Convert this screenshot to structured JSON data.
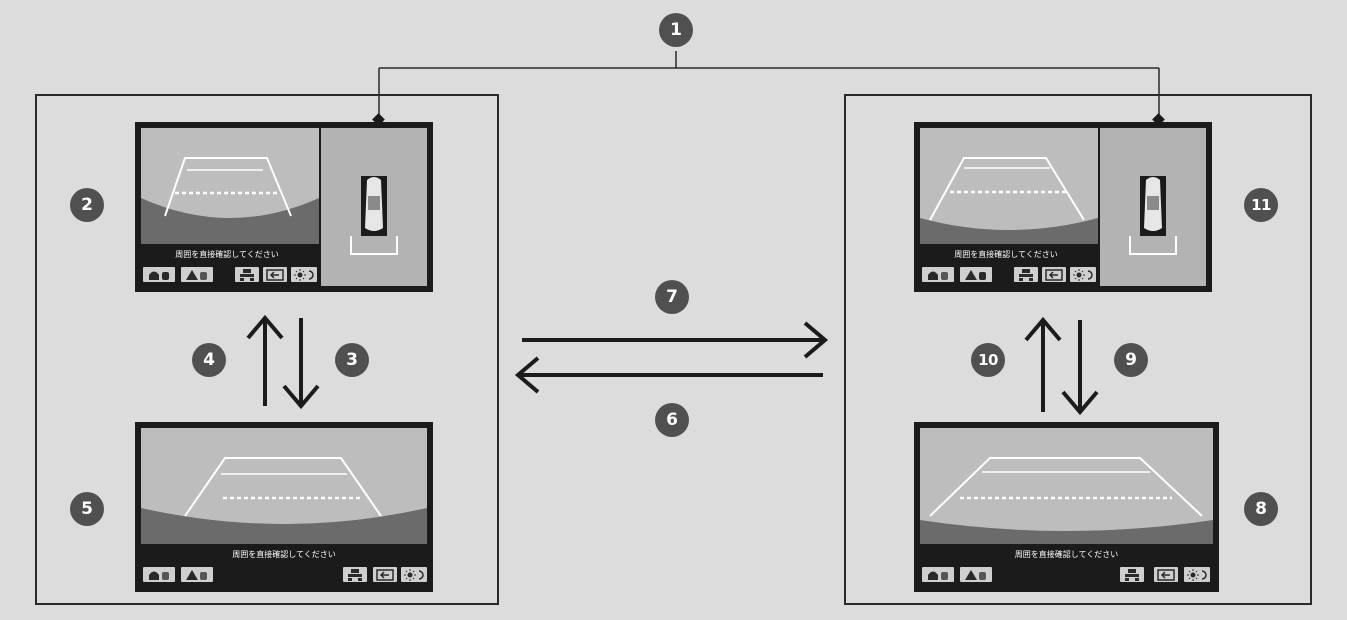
{
  "callouts": {
    "c1": "1",
    "c2": "2",
    "c3": "3",
    "c4": "4",
    "c5": "5",
    "c6": "6",
    "c7": "7",
    "c8": "8",
    "c9": "9",
    "c10": "10",
    "c11": "11"
  },
  "screens": {
    "left_split": {
      "warning": "周囲を直接確認してください"
    },
    "left_full": {
      "warning": "周囲を直接確認してください"
    },
    "right_split": {
      "warning": "周囲を直接確認してください"
    },
    "right_full": {
      "warning": "周囲を直接確認してください"
    }
  },
  "colors": {
    "background": "#dcdcdc",
    "callout": "#505050",
    "frame": "#2a2a2a",
    "camera_view_light": "#bdbdbd",
    "camera_view_dark": "#6b6b6b",
    "top_view": "#b3b3b3",
    "screen_bezel": "#1b1b1b"
  },
  "icons": {
    "front_sensor_icon": "front-sensor",
    "rear_sensor_icon": "rear-sensor",
    "view_switch_icon": "camera-view-switch",
    "exit_icon": "exit",
    "brightness_icon": "brightness"
  }
}
